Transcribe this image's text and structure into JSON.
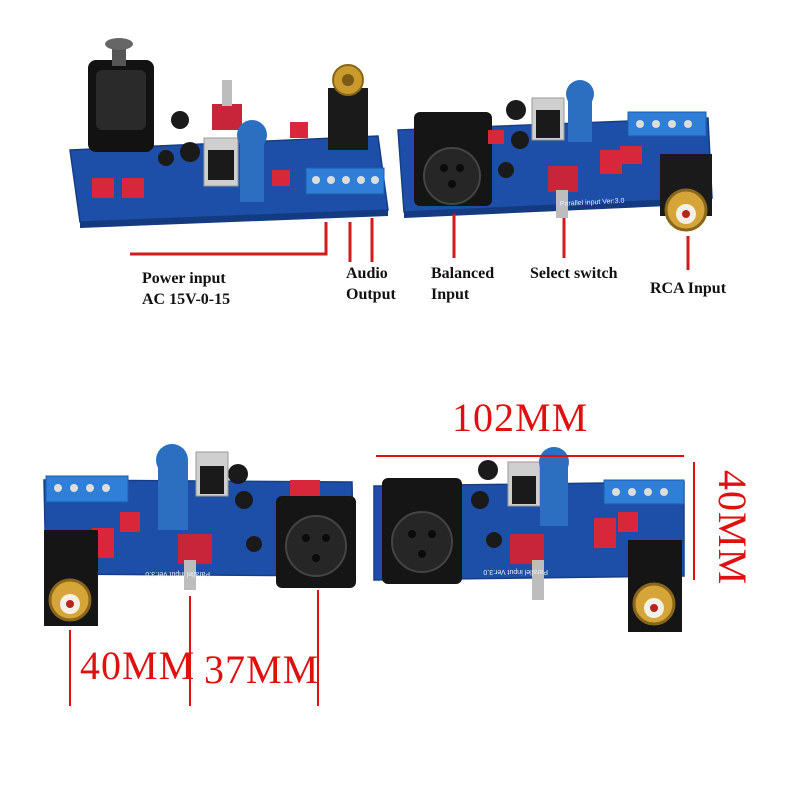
{
  "labels": {
    "power_input_line1": "Power input",
    "power_input_line2": "AC 15V-0-15",
    "audio_output_line1": "Audio",
    "audio_output_line2": "Output",
    "balanced_input_line1": "Balanced",
    "balanced_input_line2": "Input",
    "select_switch": "Select switch",
    "rca_input": "RCA Input"
  },
  "dimensions": {
    "length": "102MM",
    "width": "40MM",
    "rca_height": "40MM",
    "xlr_height": "37MM"
  },
  "board_silkscreen": {
    "title": "Parallel input",
    "version": "Ver:3.0"
  },
  "colors": {
    "pcb_blue": "#1d4fa8",
    "callout_line_red": "#d41a1a",
    "dimension_red": "#e01010",
    "label_text": "#111111",
    "terminal_blue": "#2f7fd8",
    "capacitor_blue": "#2c6fc0",
    "mkp_red": "#d8263a"
  }
}
